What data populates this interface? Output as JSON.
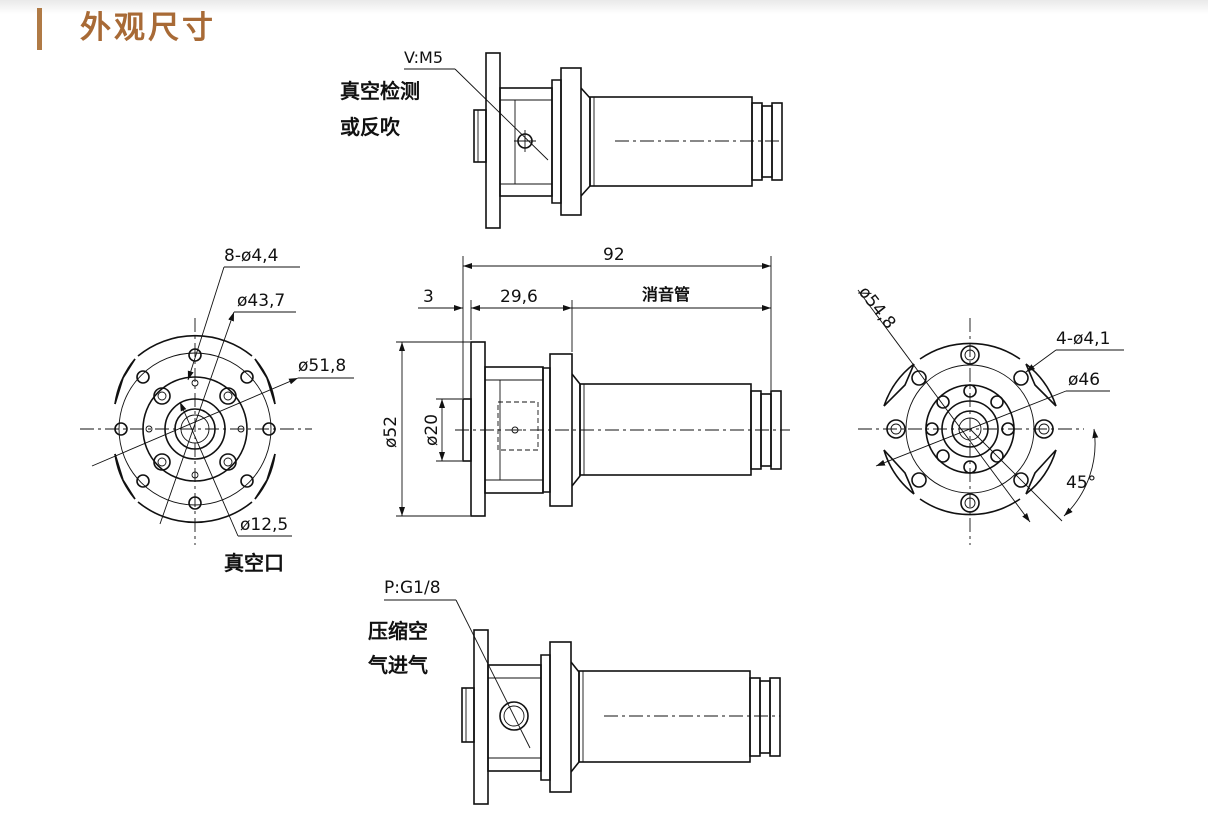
{
  "page": {
    "title": "外观尺寸",
    "accent_color": "#a86a36",
    "bar_color": "#b07a45"
  },
  "labels": {
    "top_port": "V:M5",
    "top_desc_1": "真空检测",
    "top_desc_2": "或反吹",
    "left_holes": "8-ø4,4",
    "left_d1": "ø43,7",
    "left_d2": "ø51,8",
    "left_d3": "ø12,5",
    "left_port": "真空口",
    "overall_len": "92",
    "flange_thk": "3",
    "body_len": "29,6",
    "muffler": "消音管",
    "dia_flange": "ø52",
    "dia_hub": "ø20",
    "right_d1": "ø54,8",
    "right_holes": "4-ø4,1",
    "right_d2": "ø46",
    "right_angle": "45°",
    "bottom_port": "P:G1/8",
    "bottom_desc_1": "压缩空",
    "bottom_desc_2": "气进气"
  }
}
